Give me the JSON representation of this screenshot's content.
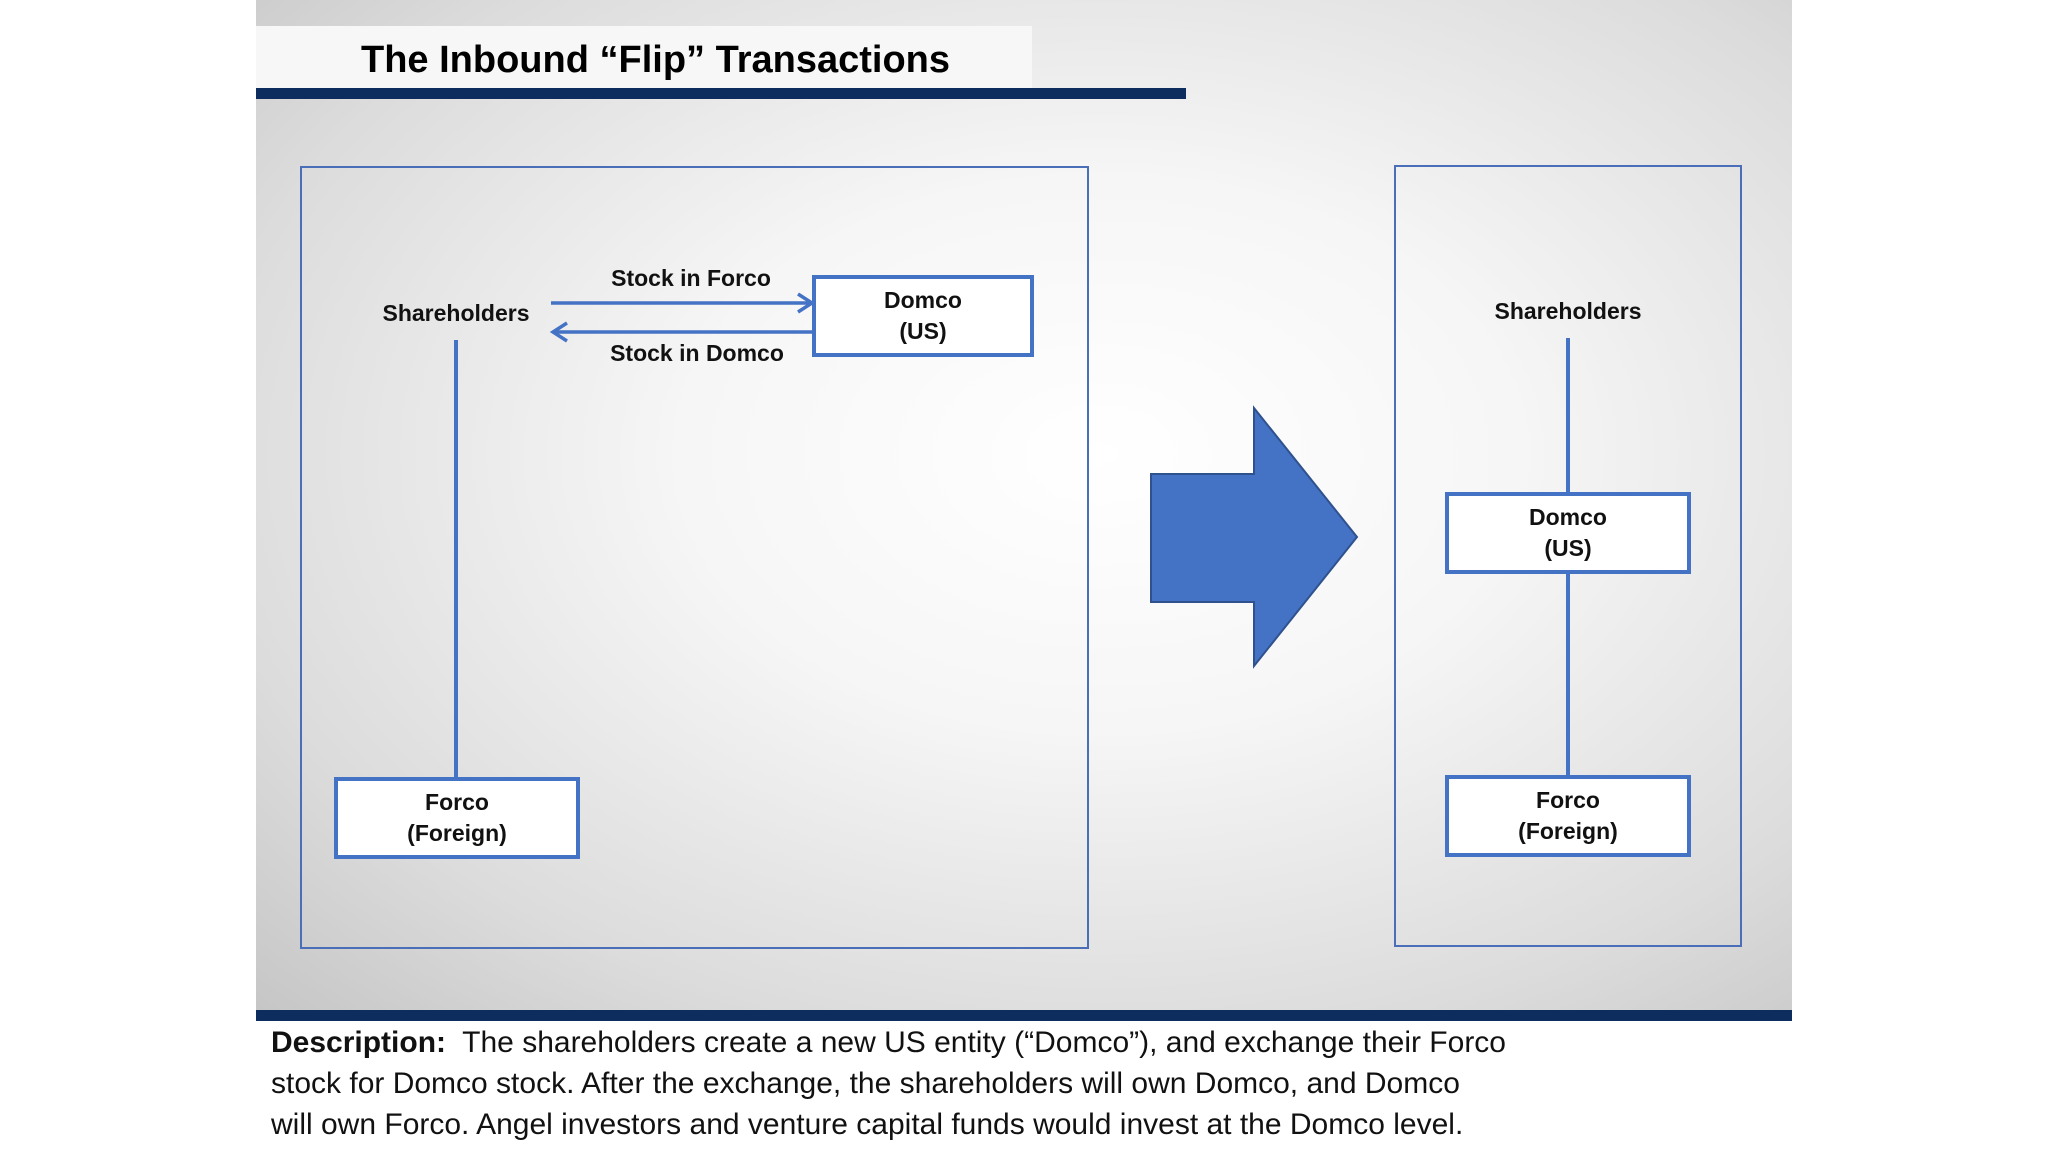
{
  "title": "The Inbound “Flip” Transactions",
  "before": {
    "shareholders_label": "Shareholders",
    "arrow_top_label": "Stock in Forco",
    "arrow_bottom_label": "Stock in Domco",
    "domco": {
      "name": "Domco",
      "jurisdiction": "(US)"
    },
    "forco": {
      "name": "Forco",
      "jurisdiction": "(Foreign)"
    }
  },
  "after": {
    "shareholders_label": "Shareholders",
    "domco": {
      "name": "Domco",
      "jurisdiction": "(US)"
    },
    "forco": {
      "name": "Forco",
      "jurisdiction": "(Foreign)"
    }
  },
  "description": {
    "heading": "Description:",
    "line1": "The shareholders create a new US entity (“Domco”), and exchange their Forco",
    "line2": "stock for Domco stock.  After the exchange, the shareholders will own Domco, and Domco",
    "line3": "will own Forco.  Angel investors and venture capital funds would invest at the Domco level."
  },
  "colors": {
    "accent_blue": "#4472c4",
    "rule_navy": "#0d2d5e",
    "panel_border": "#4a6fb8"
  }
}
